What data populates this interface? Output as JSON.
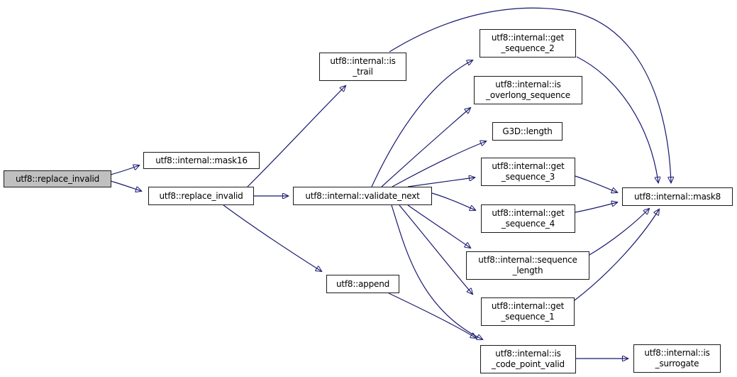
{
  "diagram": {
    "type": "call-graph",
    "title": "utf8::replace_invalid call graph",
    "colors": {
      "edge": "#191970",
      "node_fill": "#ffffff",
      "node_border": "#1a1a1a",
      "root_node_fill": "#c0c0c0",
      "text": "#000000",
      "background": "#ffffff"
    },
    "nodes": [
      {
        "id": "replace_invalid_root",
        "label": "utf8::replace_invalid",
        "root": true
      },
      {
        "id": "mask16",
        "label": "utf8::internal::mask16"
      },
      {
        "id": "replace_invalid",
        "label": "utf8::replace_invalid"
      },
      {
        "id": "is_trail",
        "label": "utf8::internal::is\n_trail"
      },
      {
        "id": "validate_next",
        "label": "utf8::internal::validate_next"
      },
      {
        "id": "get_sequence_2",
        "label": "utf8::internal::get\n_sequence_2"
      },
      {
        "id": "is_overlong_sequence",
        "label": "utf8::internal::is\n_overlong_sequence"
      },
      {
        "id": "g3d_length",
        "label": "G3D::length"
      },
      {
        "id": "get_sequence_3",
        "label": "utf8::internal::get\n_sequence_3"
      },
      {
        "id": "get_sequence_4",
        "label": "utf8::internal::get\n_sequence_4"
      },
      {
        "id": "mask8",
        "label": "utf8::internal::mask8"
      },
      {
        "id": "sequence_length",
        "label": "utf8::internal::sequence\n_length"
      },
      {
        "id": "get_sequence_1",
        "label": "utf8::internal::get\n_sequence_1"
      },
      {
        "id": "append",
        "label": "utf8::append"
      },
      {
        "id": "is_code_point_valid",
        "label": "utf8::internal::is\n_code_point_valid"
      },
      {
        "id": "is_surrogate",
        "label": "utf8::internal::is\n_surrogate"
      }
    ],
    "edges": [
      {
        "from": "replace_invalid_root",
        "to": "mask16"
      },
      {
        "from": "replace_invalid_root",
        "to": "replace_invalid"
      },
      {
        "from": "replace_invalid",
        "to": "validate_next"
      },
      {
        "from": "replace_invalid",
        "to": "is_trail"
      },
      {
        "from": "replace_invalid",
        "to": "append"
      },
      {
        "from": "validate_next",
        "to": "get_sequence_2"
      },
      {
        "from": "validate_next",
        "to": "is_overlong_sequence"
      },
      {
        "from": "validate_next",
        "to": "g3d_length"
      },
      {
        "from": "validate_next",
        "to": "get_sequence_3"
      },
      {
        "from": "validate_next",
        "to": "get_sequence_4"
      },
      {
        "from": "validate_next",
        "to": "sequence_length"
      },
      {
        "from": "validate_next",
        "to": "get_sequence_1"
      },
      {
        "from": "validate_next",
        "to": "is_code_point_valid"
      },
      {
        "from": "append",
        "to": "is_code_point_valid"
      },
      {
        "from": "is_trail",
        "to": "mask8"
      },
      {
        "from": "get_sequence_2",
        "to": "mask8"
      },
      {
        "from": "get_sequence_3",
        "to": "mask8"
      },
      {
        "from": "get_sequence_4",
        "to": "mask8"
      },
      {
        "from": "sequence_length",
        "to": "mask8"
      },
      {
        "from": "get_sequence_1",
        "to": "mask8"
      },
      {
        "from": "is_code_point_valid",
        "to": "is_surrogate"
      }
    ]
  }
}
